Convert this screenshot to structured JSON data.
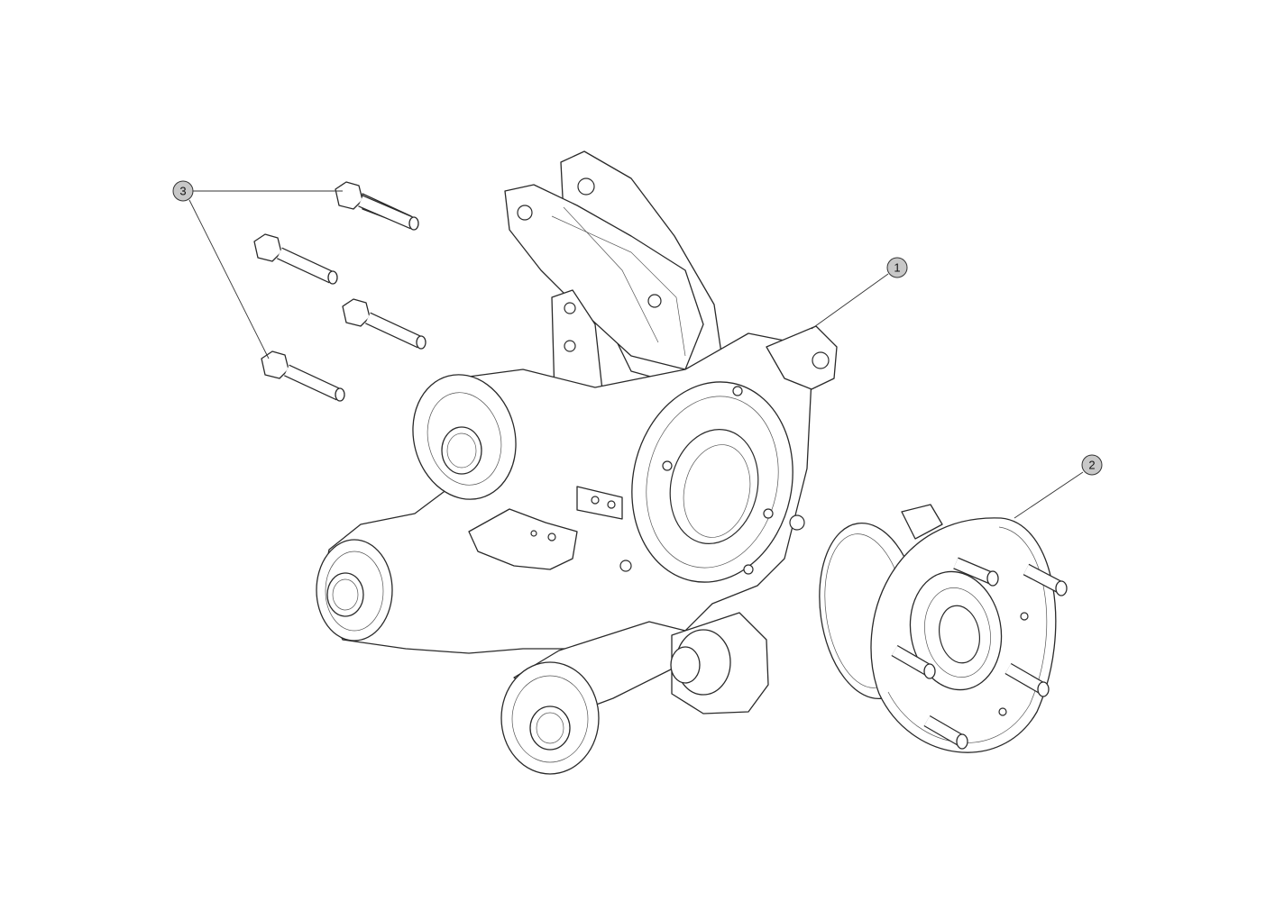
{
  "callouts": [
    {
      "id": "callout-1",
      "label": "1"
    },
    {
      "id": "callout-2",
      "label": "2"
    },
    {
      "id": "callout-3",
      "label": "3"
    }
  ],
  "parts": [
    {
      "id": "knuckle",
      "icon": "steering-knuckle-icon"
    },
    {
      "id": "hub",
      "icon": "wheel-hub-bearing-icon"
    },
    {
      "id": "bolts",
      "icon": "flange-bolt-icon"
    }
  ]
}
